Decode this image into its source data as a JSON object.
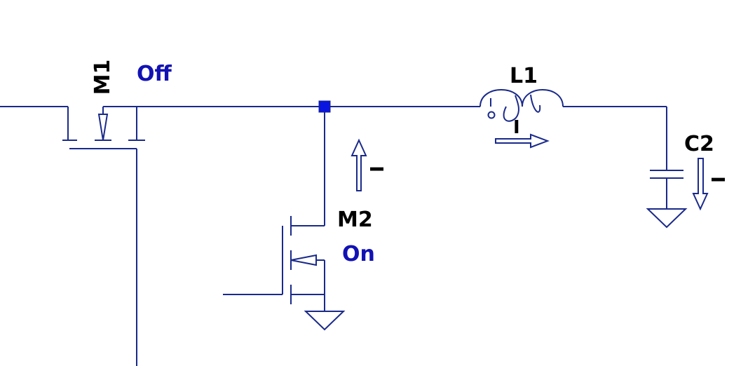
{
  "components": {
    "m1": {
      "ref": "M1",
      "state": "Off"
    },
    "m2": {
      "ref": "M2",
      "state": "On"
    },
    "l1": {
      "ref": "L1",
      "current_label": "I"
    },
    "c2": {
      "ref": "C2",
      "current_label": "I"
    },
    "m2_current_label": "I"
  },
  "colors": {
    "wire": "#1a2a8a",
    "junction": "#0a14e0",
    "state_text": "#1212b4",
    "ref_text": "#000000"
  }
}
